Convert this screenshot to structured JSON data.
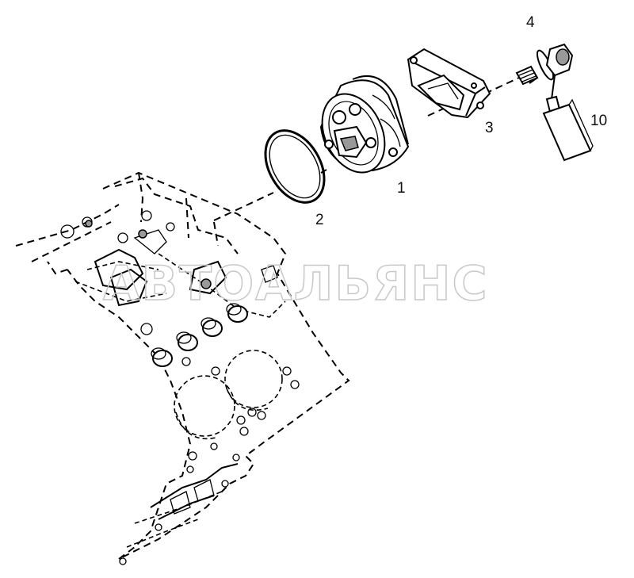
{
  "callouts": {
    "part_1": "1",
    "part_2": "2",
    "part_3": "3",
    "part_4": "4",
    "part_10": "10"
  },
  "watermark": "АВТОАЛЬЯНС",
  "colors": {
    "line": "#000000",
    "background": "#ffffff",
    "watermark": "#c8c8c8"
  }
}
